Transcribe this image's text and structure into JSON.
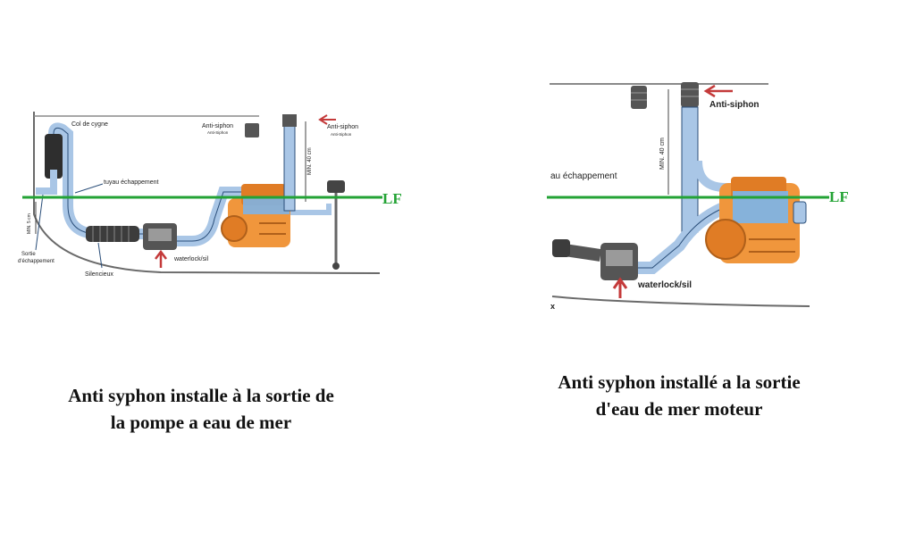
{
  "colors": {
    "water_line": "#23a335",
    "pipe_blue": "#a9c6e6",
    "pipe_dark": "#2b4f7a",
    "engine_orange": "#f0963c",
    "engine_dark": "#b0601a",
    "water_fill": "#7fb3e3",
    "arrow_red": "#c43a3a"
  },
  "left": {
    "col_de_cygne": "Col de cygne",
    "anti_siphon_1": "Anti-siphon",
    "anti_siphon_1_sub": "Anti-Siphon",
    "anti_siphon_2": "Anti-siphon",
    "anti_siphon_2_sub": "Anti-Siphon",
    "tuyau": "tuyau échappement",
    "waterlock": "waterlock/sil",
    "silencieux": "Silencieux",
    "sortie_1": "Sortie",
    "sortie_2": "d'échappement",
    "min5": "MIN. 5 cm",
    "min40": "MIN. 40 cm",
    "lf": "LF",
    "caption_line1": "Anti syphon installe à la sortie de",
    "caption_line2": "la pompe a eau de mer"
  },
  "right": {
    "anti_siphon": "Anti-siphon",
    "eau_echappement": "au échappement",
    "min40": "MIN. 40 cm",
    "waterlock": "waterlock/sil",
    "lf": "LF",
    "x": "x",
    "caption_line1": "Anti syphon installé a la sortie",
    "caption_line2": "d'eau de mer moteur"
  }
}
